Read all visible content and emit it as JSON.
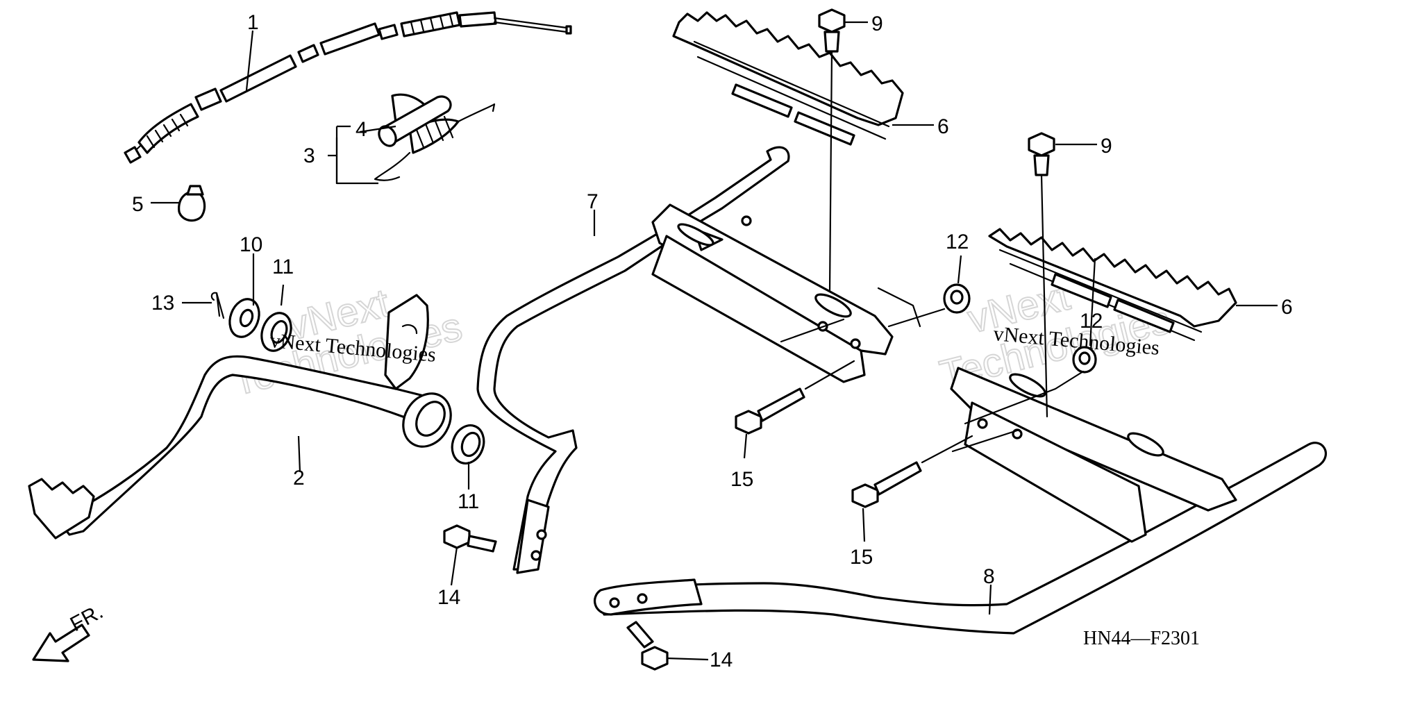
{
  "callouts": [
    {
      "id": "c1",
      "label": "1"
    },
    {
      "id": "c2",
      "label": "2"
    },
    {
      "id": "c3",
      "label": "3"
    },
    {
      "id": "c4",
      "label": "4"
    },
    {
      "id": "c5",
      "label": "5"
    },
    {
      "id": "c6a",
      "label": "6"
    },
    {
      "id": "c6b",
      "label": "6"
    },
    {
      "id": "c7",
      "label": "7"
    },
    {
      "id": "c8",
      "label": "8"
    },
    {
      "id": "c9a",
      "label": "9"
    },
    {
      "id": "c9b",
      "label": "9"
    },
    {
      "id": "c10",
      "label": "10"
    },
    {
      "id": "c11a",
      "label": "11"
    },
    {
      "id": "c11b",
      "label": "11"
    },
    {
      "id": "c12a",
      "label": "12"
    },
    {
      "id": "c12b",
      "label": "12"
    },
    {
      "id": "c13",
      "label": "13"
    },
    {
      "id": "c14a",
      "label": "14"
    },
    {
      "id": "c14b",
      "label": "14"
    },
    {
      "id": "c15a",
      "label": "15"
    },
    {
      "id": "c15b",
      "label": "15"
    }
  ],
  "watermark": {
    "line": "vNext Technologies",
    "ghost_top": "vNext",
    "ghost_bottom": "Technologies"
  },
  "direction_label": "FR.",
  "drawing_code": "HN44—F2301"
}
